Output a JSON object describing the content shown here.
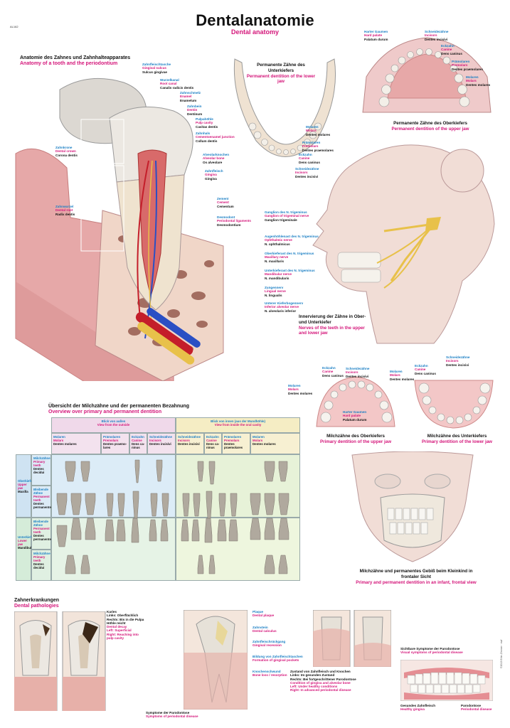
{
  "code": "AL162",
  "title": "Dentalanatomie",
  "subtitle": "Dental anatomy",
  "colors": {
    "pink": "#d4167a",
    "blue": "#1b7fc4",
    "gum": "#e7a2a2",
    "bone": "#c99a85",
    "tooth": "#e8e4dd",
    "nerve": "#e8c14a"
  },
  "section_tooth": {
    "title_de": "Anatomie des Zahnes und Zahnhalteapparates",
    "title_en": "Anatomy of a tooth and the periodontium",
    "left_labels": [
      {
        "de": "Zahnkrone",
        "en": "Dental crown",
        "lat": "Corona dentis"
      },
      {
        "de": "Zahnwurzel",
        "en": "Dental root",
        "lat": "Radix dentis"
      }
    ],
    "labels": [
      {
        "de": "Zahnfleischtasche",
        "en": "Gingival sulcus",
        "lat": "Sulcus gingivae"
      },
      {
        "de": "Wurzelkanal",
        "en": "Root canal",
        "lat": "Canalis radicis dentis"
      },
      {
        "de": "Zahnschmelz",
        "en": "Enamel",
        "lat": "Enamelum"
      },
      {
        "de": "Zahnbein",
        "en": "Dentin",
        "lat": "Dentinum"
      },
      {
        "de": "Pulpahöhle",
        "en": "Pulp cavity",
        "lat": "Cavitas dentis"
      },
      {
        "de": "Zahnhals",
        "en": "Cementoenamel junction",
        "lat": "Collum dentis"
      },
      {
        "de": "Alveolarknochen",
        "en": "Alveolar bone",
        "lat": "Os alveolare"
      },
      {
        "de": "Zahnfleisch",
        "en": "Gingiva",
        "lat": "Gingiva"
      },
      {
        "de": "Zement",
        "en": "Cement",
        "lat": "Cementum"
      },
      {
        "de": "Desmodont",
        "en": "Periodontal ligaments",
        "lat": "Desmodontium"
      }
    ]
  },
  "lower_jaw": {
    "title_de": "Permanente Zähne des Unterkiefers",
    "title_en": "Permanent dentition of the lower jaw",
    "labels": [
      {
        "de": "Molaren",
        "en": "Molars",
        "lat": "Dentes molares"
      },
      {
        "de": "Prämolaren",
        "en": "Premolars",
        "lat": "Dentes praemolares"
      },
      {
        "de": "Eckzahn",
        "en": "Canine",
        "lat": "Dens caninus"
      },
      {
        "de": "Schneidezähne",
        "en": "Incisors",
        "lat": "Dentes incisivi"
      }
    ]
  },
  "upper_jaw": {
    "title_de": "Permanente Zähne des Oberkiefers",
    "title_en": "Permanent dentition of the upper jaw",
    "labels": [
      {
        "de": "Harter Gaumen",
        "en": "Hard palate",
        "lat": "Palatum durum"
      },
      {
        "de": "Schneidezähne",
        "en": "Incisors",
        "lat": "Dentes incisivi"
      },
      {
        "de": "Eckzahn",
        "en": "Canine",
        "lat": "Dens caninus"
      },
      {
        "de": "Prämolaren",
        "en": "Premolars",
        "lat": "Dentes praemolares"
      },
      {
        "de": "Molaren",
        "en": "Molars",
        "lat": "Dentes molares"
      }
    ]
  },
  "nerves": {
    "title_de": "Innervierung der Zähne in Ober- und Unterkiefer",
    "title_en": "Nerves of the teeth in the upper and lower jaw",
    "labels": [
      {
        "de": "Ganglion des N. trigeminus",
        "en": "Ganglion of trigeminal nerve",
        "lat": "Ganglion trigeminale"
      },
      {
        "de": "Augenhöhlenast des N. trigeminus",
        "en": "Ophthalmic nerve",
        "lat": "N. ophthalmicus"
      },
      {
        "de": "Oberkieferast des N. trigeminus",
        "en": "Maxillary nerve",
        "lat": "N. maxillaris"
      },
      {
        "de": "Unterkieferast des N. trigeminus",
        "en": "Mandibular nerve",
        "lat": "N. mandibularis"
      },
      {
        "de": "Zungennerv",
        "en": "Lingual nerve",
        "lat": "N. lingualis"
      },
      {
        "de": "Unterer Kieferbogennerv",
        "en": "Inferior alveolar nerve",
        "lat": "N. alveolaris inferior"
      }
    ]
  },
  "primary_upper": {
    "title_de": "Milchzähne des Oberkiefers",
    "title_en": "Primary dentition of the upper jaw",
    "labels": [
      {
        "de": "Schneidezähne",
        "en": "Incisors",
        "lat": "Dentes incisivi"
      },
      {
        "de": "Eckzahn",
        "en": "Canine",
        "lat": "Dens caninus"
      },
      {
        "de": "Molaren",
        "en": "Molars",
        "lat": "Dentes molares"
      },
      {
        "de": "Harter Gaumen",
        "en": "Hard palate",
        "lat": "Palatum durum"
      }
    ]
  },
  "primary_lower": {
    "title_de": "Milchzähne des Unterkiefers",
    "title_en": "Primary dentition of the lower jaw",
    "labels": [
      {
        "de": "Schneidezähne",
        "en": "Incisors",
        "lat": "Dentes incisivi"
      },
      {
        "de": "Eckzahn",
        "en": "Canine",
        "lat": "Dens caninus"
      },
      {
        "de": "Molaren",
        "en": "Molars",
        "lat": "Dentes molares"
      }
    ]
  },
  "overview": {
    "title_de": "Übersicht der Milchzähne und der permanenten Bezahnung",
    "title_en": "Overview over primary and permanent dentition",
    "view_outside": {
      "de": "Blick von außen",
      "en": "View from the outside"
    },
    "view_inside": {
      "de": "Blick von innen (aus der Mundhöhle)",
      "en": "View from inside the oral cavity"
    },
    "cols_out": [
      {
        "de": "Molaren",
        "en": "Molars",
        "lat": "Dentes molares"
      },
      {
        "de": "Prämolaren",
        "en": "Premolars",
        "lat": "Dentes praemo-lares"
      },
      {
        "de": "Eckzahn",
        "en": "Canine",
        "lat": "Dens ca-ninus"
      },
      {
        "de": "Schneidezähne",
        "en": "Incisors",
        "lat": "Dentes incisivi"
      }
    ],
    "cols_in": [
      {
        "de": "Schneidezähne",
        "en": "Incisors",
        "lat": "Dentes incisivi"
      },
      {
        "de": "Eckzahn",
        "en": "Canine",
        "lat": "Dens ca-ninus"
      },
      {
        "de": "Prämolaren",
        "en": "Premolars",
        "lat": "Dentes praemolares"
      },
      {
        "de": "Molaren",
        "en": "Molars",
        "lat": "Dentes molares"
      }
    ],
    "jaw_upper": {
      "de": "Oberkiefer",
      "en": "Upper jaw",
      "lat": "Maxilla"
    },
    "jaw_lower": {
      "de": "Unterkiefer",
      "en": "Lower jaw",
      "lat": "Mandibula"
    },
    "rows": [
      {
        "de": "Milchzähne",
        "en": "Primary teeth",
        "lat": "Dentes decidui"
      },
      {
        "de": "Bleibende Zähne",
        "en": "Permanent teeth",
        "lat": "Dentes permanentes"
      },
      {
        "de": "Bleibende Zähne",
        "en": "Permanent teeth",
        "lat": "Dentes permanentes"
      },
      {
        "de": "Milchzähne",
        "en": "Primary teeth",
        "lat": "Dentes decidui"
      }
    ]
  },
  "child_skull": {
    "title_de": "Milchzähne und permanentes Gebiß beim Kleinkind in frontaler Sicht",
    "title_en": "Primary and permanent dentition in an infant, frontal view"
  },
  "pathologies": {
    "title_de": "Zahnerkrankungen",
    "title_en": "Dental pathologies",
    "caries": {
      "de": "Karies",
      "de2": "Links: Oberflächlich",
      "de3": "Rechts: Bis in die Pulpa",
      "de4": "Höhle reicht",
      "en": "Dental decay",
      "en2": "Left: Superficial",
      "en3": "Right: Reaching into",
      "en4": "pulp cavity"
    },
    "perio_caption": {
      "de": "Symptome der Parodontose",
      "en": "Symptoms of periodontal disease"
    },
    "perio_labels": [
      {
        "de": "Plaque",
        "en": "Dental plaque"
      },
      {
        "de": "Zahnstein",
        "en": "Dental calculus"
      },
      {
        "de": "Zahnfleischrückgang",
        "en": "Gingival recession"
      },
      {
        "de": "Bildung von Zahnfleischtaschen",
        "en": "Formation of gingival pockets"
      },
      {
        "de": "Knochenschwund",
        "en": "Bone loss / resorption"
      }
    ],
    "bone_state": {
      "de": "Zustand von Zahnfleisch und Knochen",
      "de2": "Links: Im gesunden Zustand",
      "de3": "Rechts: Bei fortgeschrittener Parodontose",
      "en": "Condition of gingiva and alveolar bone",
      "en2": "Left: Under healthy conditions",
      "en3": "Right: In advanced periodontal disease"
    },
    "visible": {
      "de": "Sichtbare Symptome der Parodontose",
      "en": "Visual symptoms of periodontal disease"
    },
    "healthy": {
      "de": "Gesundes Zahnfleisch",
      "en": "Healthy gingiva"
    },
    "perio": {
      "de": "Parodontose",
      "en": "Periodontal disease"
    }
  },
  "copyright": "©2013 Erler-Zimmer · ewf"
}
